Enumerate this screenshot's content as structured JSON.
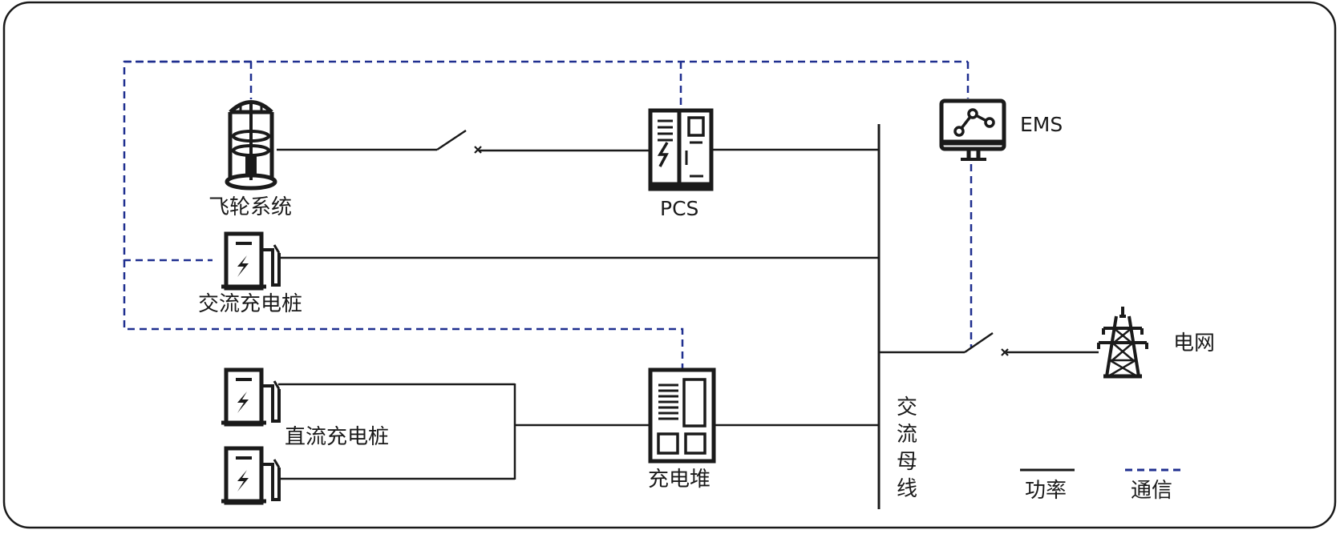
{
  "labels": {
    "flywheel": "飞轮系统",
    "pcs": "PCS",
    "ems": "EMS",
    "ac_charger": "交流充电桩",
    "dc_charger": "直流充电桩",
    "charging_stack": "充电堆",
    "grid": "电网",
    "ac_bus": "交流母线"
  },
  "legend": {
    "power": "功率",
    "communication": "通信"
  },
  "colors": {
    "power_line": "#1a1a1a",
    "comm_line": "#1f2f8f",
    "icon": "#1a1a1a"
  },
  "icons": [
    "flywheel-icon",
    "pcs-cabinet-icon",
    "ems-monitor-icon",
    "ac-charger-icon",
    "dc-charger-icon",
    "charging-stack-icon",
    "transmission-tower-icon",
    "switch-icon"
  ]
}
